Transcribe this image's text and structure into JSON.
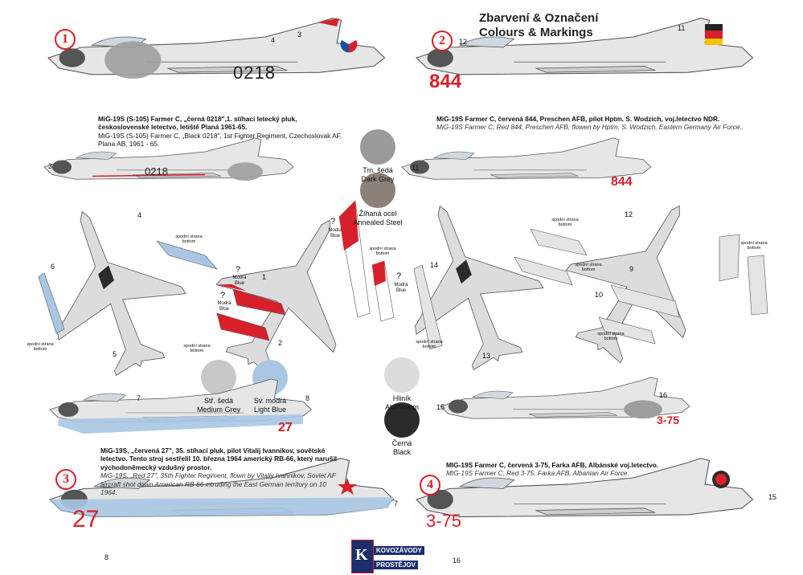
{
  "header": {
    "title_cz": "Zbarvení & Označení",
    "title_en": "Colours & Markings"
  },
  "badges": [
    "1",
    "2",
    "3",
    "4"
  ],
  "captions": {
    "c1": {
      "bold": "MiG-19S (S-105) Farmer C, „černá 0218\",1. stíhací letecký pluk, československé letectvo, letiště Planá 1961-65.",
      "plain": "MiG-19S (S-105) Farmer C, „Black 0218\", 1st Fighter Regiment, Czechoslovak AF, Plana AB, 1961 - 65."
    },
    "c2": {
      "bold": "MiG-19S Farmer C, červená 844, Preschen AFB, pilot Hptm. S. Wodzich, voj.letectvo NDR.",
      "italic": "MiG-19S Farmer C, Red 844, Preschen AFB, flowen by Hptm. S. Wodzich, Eastern Germany Air Force.."
    },
    "c3": {
      "bold": "MiG-19S, „červená 27\", 35. stíhací pluk, pilot Vitalij Ivannikov, sovětské letectvo. Tento stroj sestřelil 10. března 1964 americký RB-66, který narušil východoněmecký vzdušný prostor.",
      "italic": "MiG-19S, „Red 27\", 35th Fighter Regiment, flown by Vitaliy Ivannikov, Soviet AF aircraft shot down American RB-66 intruding the East German territory on 10 1964."
    },
    "c4": {
      "bold": "MIG-19S Farmer C, červená 3-75, Farka AFB, Albánské voj.letectvo.",
      "italic": "MIG-19S Farmer C, Red 3-75, Farka AFB, Albanian Air Force."
    }
  },
  "swatches": [
    {
      "cz": "Tm. šedá",
      "en": "Dark Grey",
      "color": "#9a9a9a"
    },
    {
      "cz": "Žíhaná ocel",
      "en": "Annealed Steel",
      "color": "#8c8178"
    },
    {
      "cz": "Stř. šedá",
      "en": "Medium Grey",
      "color": "#c8c8c8"
    },
    {
      "cz": "Sv. modrá",
      "en": "Light Blue",
      "color": "#a9c7e3"
    },
    {
      "cz": "Hliník",
      "en": "Aluminium",
      "color": "#dcdcdc"
    },
    {
      "cz": "Černá",
      "en": "Black",
      "color": "#2b2b2b"
    }
  ],
  "serials": {
    "a1": "0218",
    "a2": "844",
    "a3": "27",
    "a4": "3-75"
  },
  "callouts": [
    "1",
    "2",
    "3",
    "4",
    "5",
    "6",
    "7",
    "8",
    "9",
    "10",
    "11",
    "12",
    "13",
    "14",
    "15",
    "16"
  ],
  "bottom_label_cz": "spodní strana",
  "bottom_label_en": "bottom",
  "blue_label_cz": "Modrá",
  "blue_label_en": "Blue",
  "logo": {
    "line1": "KOVOZÁVODY",
    "line2": "PROSTĚJOV",
    "letter": "K"
  },
  "colors": {
    "red": "#d8202a",
    "silver": "#e4e4e4",
    "light_blue": "#a9c7e3",
    "dark": "#2b2b2b"
  }
}
